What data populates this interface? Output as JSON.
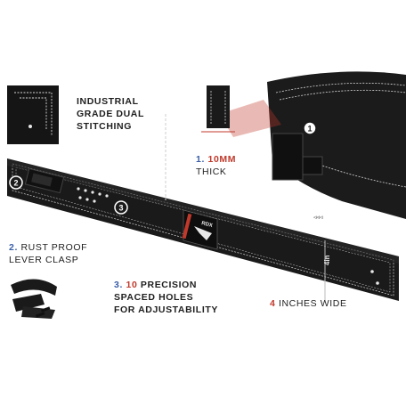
{
  "labels": {
    "stitching": {
      "line1": "INDUSTRIAL",
      "line2": "GRADE DUAL",
      "line3": "STITCHING"
    },
    "thick": {
      "number": "1.",
      "value": "10mm",
      "text": "THICK"
    },
    "clasp": {
      "number": "2.",
      "line1": "RUST PROOF",
      "line2": "LEVER CLASP"
    },
    "holes": {
      "number": "3.",
      "value": "10",
      "line1": "PRECISION",
      "line2": "SPACED HOLES",
      "line3": "FOR ADJUSTABILITY"
    },
    "wide": {
      "number": "4",
      "text": "INCHES WIDE"
    }
  },
  "markers": {
    "one": "1",
    "two": "2",
    "three": "3"
  },
  "belt": {
    "brand": "RDX",
    "width_mark": "4in"
  },
  "colors": {
    "accent_red": "#c0392b",
    "accent_blue": "#3a5fa8",
    "belt": "#1c1c1c",
    "stitch": "#d8d8d8"
  }
}
